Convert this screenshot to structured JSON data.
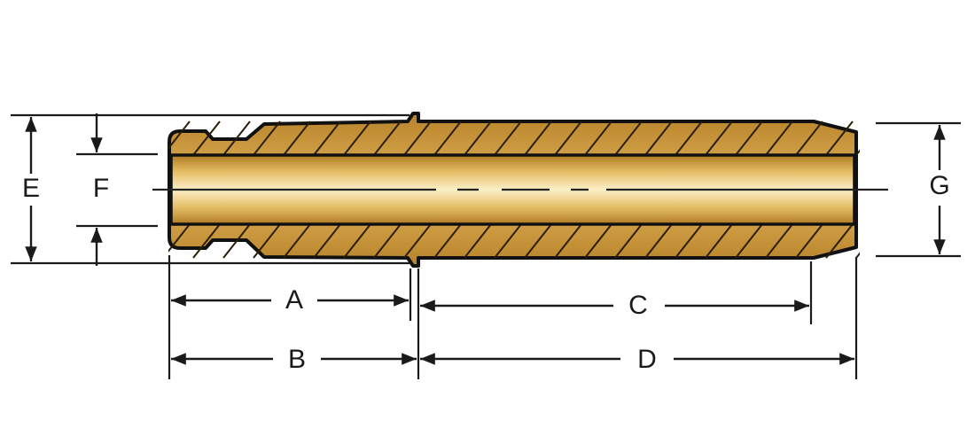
{
  "diagram": {
    "labels": {
      "a": "A",
      "b": "B",
      "c": "C",
      "d": "D",
      "e": "E",
      "f": "F",
      "g": "G"
    },
    "colors": {
      "brass_light": "#F3D58A",
      "brass_mid": "#D9A53E",
      "brass_dark": "#A8741C",
      "outline": "#111111",
      "dimension_lines": "#1A1A1A",
      "background": "#FFFFFF"
    }
  }
}
